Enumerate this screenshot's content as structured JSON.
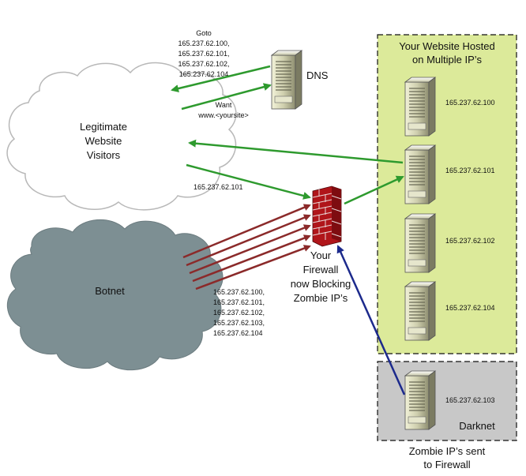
{
  "dns": {
    "label": "DNS",
    "reply_lines": [
      "Goto",
      "165.237.62.100,",
      "165.237.62.101,",
      "165.237.62.102,",
      "165.237.62.104"
    ],
    "request_lines": [
      "Want",
      "www.<yoursite>"
    ]
  },
  "visitors": {
    "label_lines": [
      "Legitimate",
      "Website",
      "Visitors"
    ],
    "ip": "165.237.62.101"
  },
  "botnet": {
    "label": "Botnet",
    "ip_lines": [
      "165.237.62.100,",
      "165.237.62.101,",
      "165.237.62.102,",
      "165.237.62.103,",
      "165.237.62.104"
    ]
  },
  "firewall": {
    "label_lines": [
      "Your",
      "Firewall",
      "now Blocking",
      "Zombie IP’s"
    ]
  },
  "hosted": {
    "title_lines": [
      "Your Website Hosted",
      "on Multiple IP’s"
    ],
    "servers": [
      "165.237.62.100",
      "165.237.62.101",
      "165.237.62.102",
      "165.237.62.104"
    ]
  },
  "darknet": {
    "label": "Darknet",
    "server_ip": "165.237.62.103",
    "caption_lines": [
      "Zombie IP’s sent",
      "to Firewall"
    ]
  },
  "colors": {
    "green_arrow": "#2e9a2e",
    "red_arrow": "#8b2a2a",
    "blue_arrow": "#1c2a8c",
    "hosted_fill": "#dcea9a",
    "darknet_fill": "#c8c8c8",
    "botnet_fill": "#7d8f93",
    "firewall_brick": "#b0151a"
  }
}
